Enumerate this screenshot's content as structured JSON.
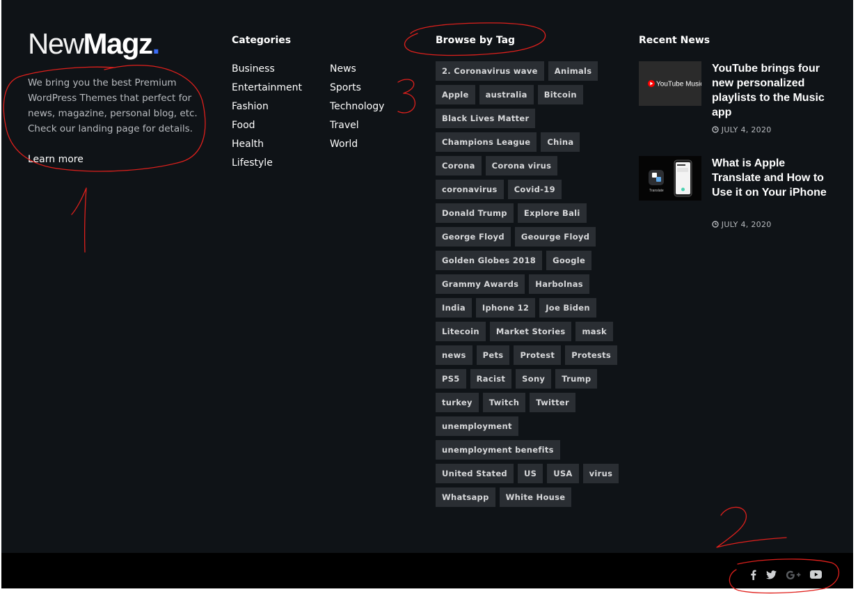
{
  "brand": {
    "logo_light": "New",
    "logo_bold": "Magz",
    "logo_dot": "."
  },
  "about": {
    "text": "We bring you the best Premium WordPress Themes that perfect for news, magazine, personal blog, etc. Check our landing page for details.",
    "learn_more": "Learn more"
  },
  "categories": {
    "title": "Categories",
    "col1": [
      "Business",
      "Entertainment",
      "Fashion",
      "Food",
      "Health",
      "Lifestyle"
    ],
    "col2": [
      "News",
      "Sports",
      "Technology",
      "Travel",
      "World"
    ]
  },
  "tags": {
    "title": "Browse by Tag",
    "items": [
      "2. Coronavirus wave",
      "Animals",
      "Apple",
      "australia",
      "Bitcoin",
      "Black Lives Matter",
      "Champions League",
      "China",
      "Corona",
      "Corona virus",
      "coronavirus",
      "Covid-19",
      "Donald Trump",
      "Explore Bali",
      "George Floyd",
      "Geourge Floyd",
      "Golden Globes 2018",
      "Google",
      "Grammy Awards",
      "Harbolnas",
      "India",
      "Iphone 12",
      "Joe Biden",
      "Litecoin",
      "Market Stories",
      "mask",
      "news",
      "Pets",
      "Protest",
      "Protests",
      "PS5",
      "Racist",
      "Sony",
      "Trump",
      "turkey",
      "Twitch",
      "Twitter",
      "unemployment",
      "unemployment benefits",
      "United Stated",
      "US",
      "USA",
      "virus",
      "Whatsapp",
      "White House"
    ]
  },
  "recent_news": {
    "title": "Recent News",
    "items": [
      {
        "title": "YouTube brings four new personalized playlists to the Music app",
        "date": "JULY 4, 2020",
        "thumb_text": "YouTube Music"
      },
      {
        "title": "What is Apple Translate and How to Use it on Your iPhone",
        "date": "JULY 4, 2020",
        "thumb_text": "Translate"
      }
    ]
  },
  "social": [
    "facebook-icon",
    "twitter-icon",
    "google-plus-icon",
    "youtube-icon"
  ],
  "annotations": [
    "1",
    "2",
    "3"
  ],
  "colors": {
    "background": "#0f1317",
    "bottom_bar": "#000000",
    "tag_bg": "#2a2e33",
    "accent": "#3b6cf5",
    "annotation": "#e0201c"
  }
}
